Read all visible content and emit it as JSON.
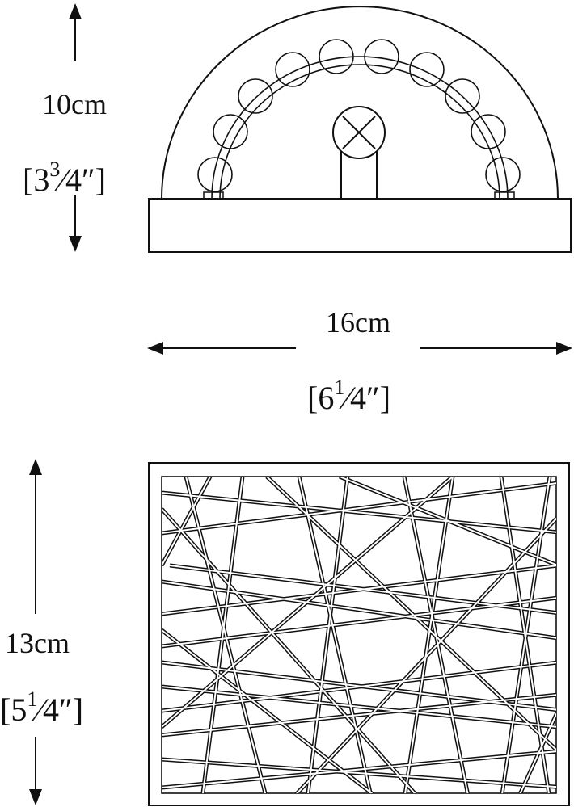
{
  "dimensions": {
    "height": {
      "metric": "10cm",
      "imperial_whole": "3",
      "imperial_num": "3",
      "imperial_den": "4",
      "inch_mark": "″"
    },
    "width": {
      "metric": "16cm",
      "imperial_whole": "6",
      "imperial_num": "1",
      "imperial_den": "4",
      "inch_mark": "″"
    },
    "depth": {
      "metric": "13cm",
      "imperial_whole": "5",
      "imperial_num": "1",
      "imperial_den": "4",
      "inch_mark": "″"
    }
  },
  "colors": {
    "line": "#111111",
    "background": "#ffffff"
  }
}
